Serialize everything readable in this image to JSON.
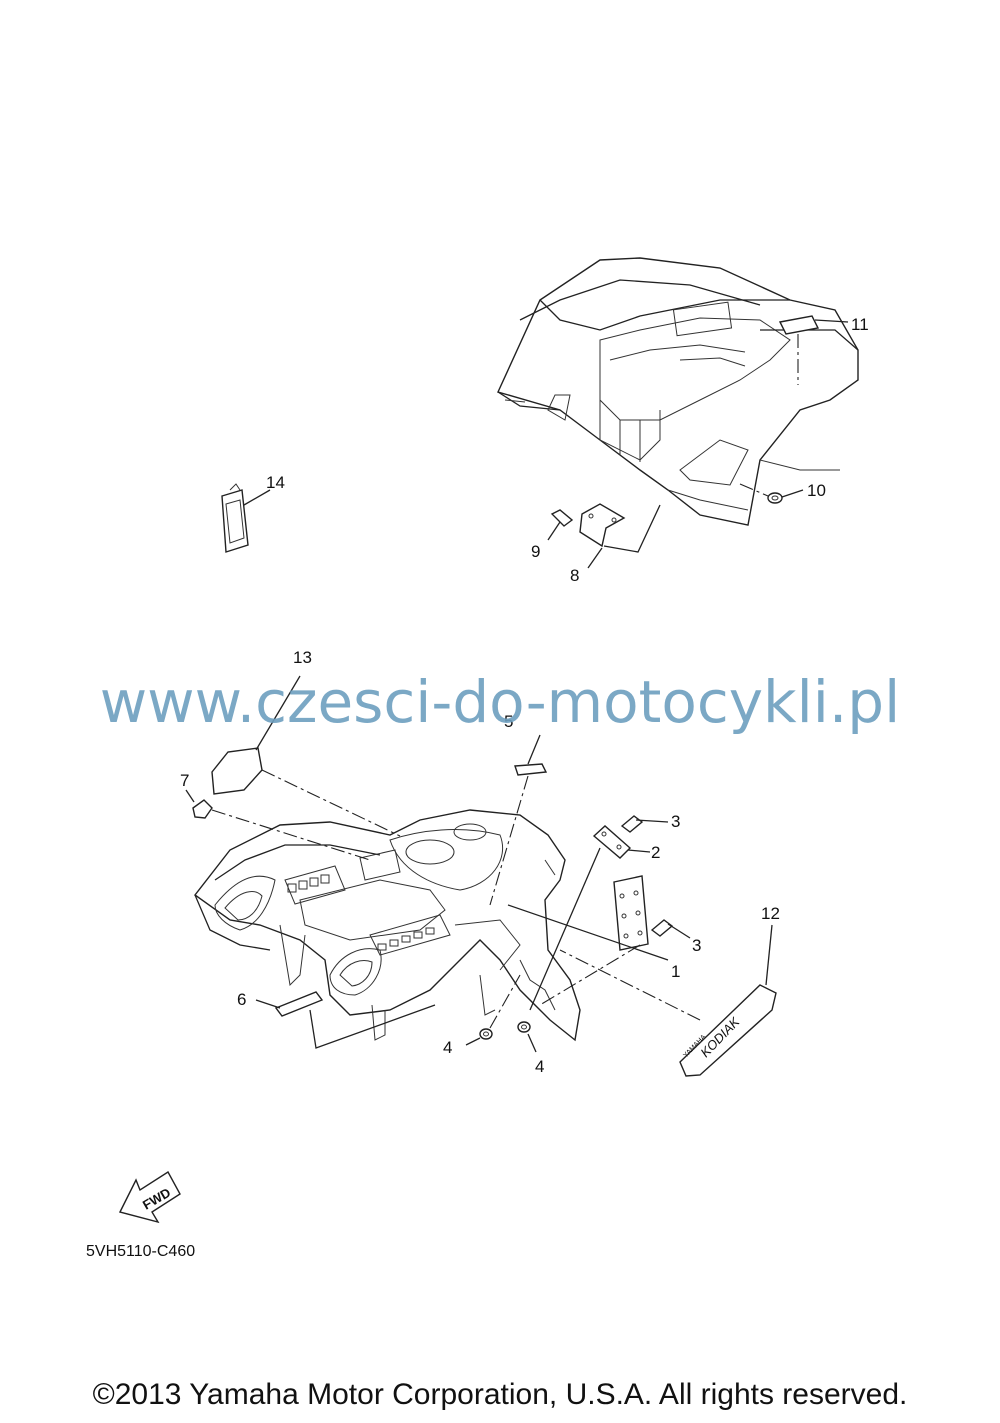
{
  "diagram": {
    "callouts": [
      "1",
      "2",
      "3",
      "3",
      "4",
      "4",
      "5",
      "6",
      "7",
      "8",
      "9",
      "10",
      "11",
      "12",
      "13",
      "14"
    ],
    "part_code": "5VH5110-C460",
    "fwd_label": "FWD",
    "decal_kodiak": "KODIAK",
    "decal_yamaha": "YAMAHA"
  },
  "watermark": "www.czesci-do-motocykli.pl",
  "copyright": "©2013 Yamaha Motor Corporation, U.S.A. All rights reserved."
}
